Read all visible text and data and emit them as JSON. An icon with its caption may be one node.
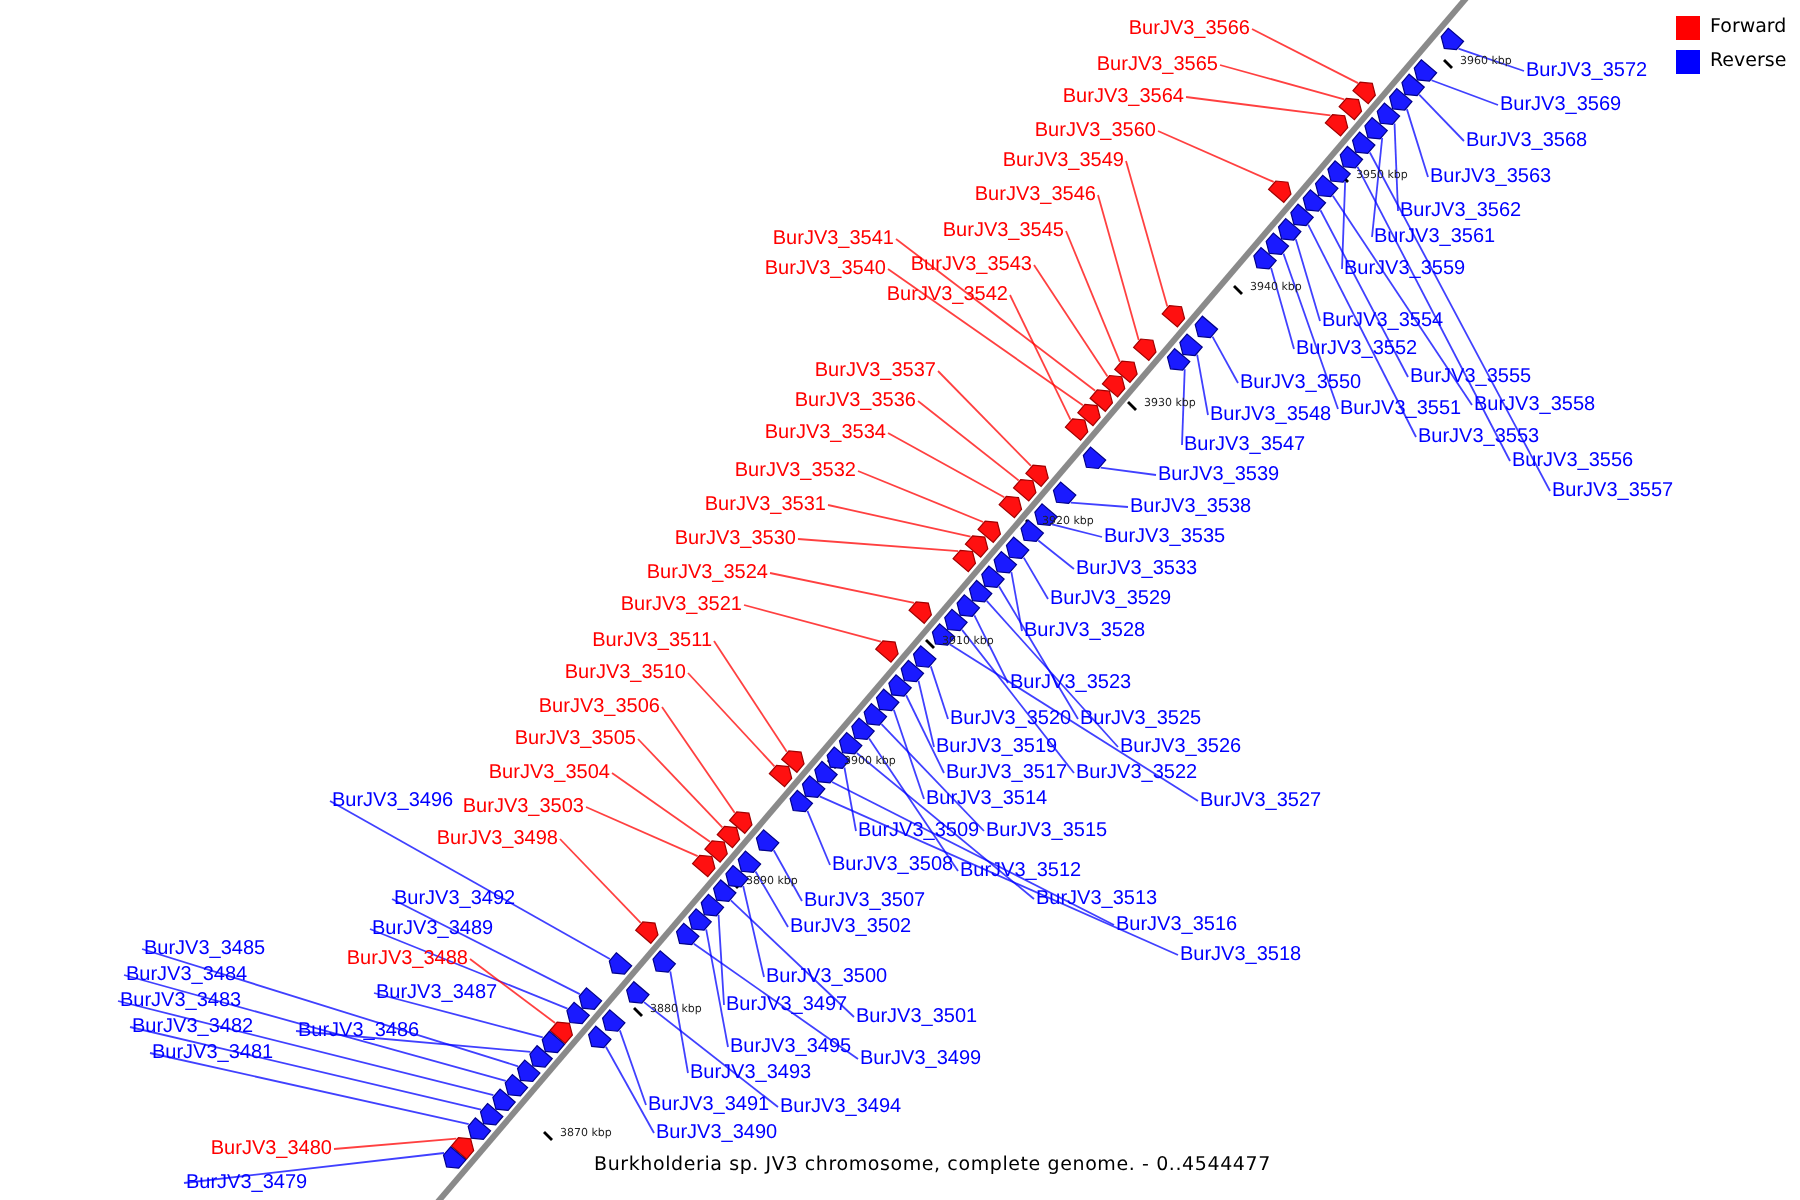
{
  "diagram": {
    "caption": "Burkholderia sp. JV3 chromosome, complete genome. - 0..4544477",
    "nodes": [
      {
        "text": [
          "BurJV3_3566"
        ]
      },
      {
        "text": [
          "BurJV3_3565"
        ]
      },
      {
        "text": [
          "BurJV3_3572"
        ]
      },
      {
        "text": [
          "BurJV3_3564"
        ]
      },
      {
        "text": [
          "BurJV3_3569"
        ]
      },
      {
        "text": [
          "BurJV3_3560"
        ]
      },
      {
        "text": [
          "BurJV3_3568"
        ]
      },
      {
        "text": [
          "BurJV3_3549"
        ]
      },
      {
        "text": [
          "BurJV3_3563"
        ]
      },
      {
        "text": [
          "BurJV3_3546"
        ]
      },
      {
        "text": [
          "BurJV3_3562"
        ]
      },
      {
        "text": [
          "BurJV3_3545"
        ]
      },
      {
        "text": [
          "BurJV3_3561"
        ]
      },
      {
        "text": [
          "BurJV3_3541"
        ]
      },
      {
        "text": [
          "BurJV3_3543"
        ]
      },
      {
        "text": [
          "BurJV3_3540"
        ]
      },
      {
        "text": [
          "BurJV3_3559"
        ]
      },
      {
        "text": [
          "BurJV3_3542"
        ]
      },
      {
        "text": [
          "BurJV3_3554"
        ]
      },
      {
        "text": [
          "BurJV3_3552"
        ]
      },
      {
        "text": [
          "BurJV3_3537"
        ]
      },
      {
        "text": [
          "BurJV3_3555"
        ]
      },
      {
        "text": [
          "BurJV3_3550"
        ]
      },
      {
        "text": [
          "BurJV3_3536"
        ]
      },
      {
        "text": [
          "BurJV3_3558"
        ]
      },
      {
        "text": [
          "BurJV3_3551"
        ]
      },
      {
        "text": [
          "BurJV3_3548"
        ]
      },
      {
        "text": [
          "BurJV3_3534"
        ]
      },
      {
        "text": [
          "BurJV3_3553"
        ]
      },
      {
        "text": [
          "BurJV3_3547"
        ]
      },
      {
        "text": [
          "BurJV3_3556"
        ]
      },
      {
        "text": [
          "BurJV3_3532"
        ]
      },
      {
        "text": [
          "BurJV3_3539"
        ]
      },
      {
        "text": [
          "BurJV3_3557"
        ]
      },
      {
        "text": [
          "BurJV3_3531"
        ]
      },
      {
        "text": [
          "BurJV3_3538"
        ]
      },
      {
        "text": [
          "BurJV3_3535"
        ]
      },
      {
        "text": [
          "BurJV3_3530"
        ]
      },
      {
        "text": [
          "BurJV3_3533"
        ]
      },
      {
        "text": [
          "BurJV3_3524"
        ]
      },
      {
        "text": [
          "BurJV3_3529"
        ]
      },
      {
        "text": [
          "BurJV3_3521"
        ]
      },
      {
        "text": [
          "BurJV3_3528"
        ]
      },
      {
        "text": [
          "BurJV3_3511"
        ]
      },
      {
        "text": [
          "BurJV3_3510"
        ]
      },
      {
        "text": [
          "BurJV3_3523"
        ]
      },
      {
        "text": [
          "BurJV3_3506"
        ]
      },
      {
        "text": [
          "BurJV3_3520"
        ]
      },
      {
        "text": [
          "BurJV3_3525"
        ]
      },
      {
        "text": [
          "BurJV3_3505"
        ]
      },
      {
        "text": [
          "BurJV3_3519"
        ]
      },
      {
        "text": [
          "BurJV3_3526"
        ]
      },
      {
        "text": [
          "BurJV3_3504"
        ]
      },
      {
        "text": [
          "BurJV3_3517"
        ]
      },
      {
        "text": [
          "BurJV3_3522"
        ]
      },
      {
        "text": [
          "BurJV3_3496"
        ]
      },
      {
        "text": [
          "BurJV3_3514"
        ]
      },
      {
        "text": [
          "BurJV3_3527"
        ]
      },
      {
        "text": [
          "BurJV3_3503"
        ]
      },
      {
        "text": [
          "BurJV3_3509"
        ]
      },
      {
        "text": [
          "BurJV3_3515"
        ]
      },
      {
        "text": [
          "BurJV3_3498"
        ]
      },
      {
        "text": [
          "BurJV3_3508"
        ]
      },
      {
        "text": [
          "BurJV3_3512"
        ]
      },
      {
        "text": [
          "BurJV3_3492"
        ]
      },
      {
        "text": [
          "BurJV3_3507"
        ]
      },
      {
        "text": [
          "BurJV3_3513"
        ]
      },
      {
        "text": [
          "BurJV3_3502"
        ]
      },
      {
        "text": [
          "BurJV3_3516"
        ]
      },
      {
        "text": [
          "BurJV3_3489"
        ]
      },
      {
        "text": [
          "BurJV3_3485"
        ]
      },
      {
        "text": [
          "BurJV3_3518"
        ]
      },
      {
        "text": [
          "BurJV3_3488"
        ]
      },
      {
        "text": [
          "BurJV3_3500"
        ]
      },
      {
        "text": [
          "BurJV3_3484"
        ]
      },
      {
        "text": [
          "BurJV3_3487"
        ]
      },
      {
        "text": [
          "BurJV3_3483"
        ]
      },
      {
        "text": [
          "BurJV3_3497"
        ]
      },
      {
        "text": [
          "BurJV3_3501"
        ]
      },
      {
        "text": [
          "BurJV3_3482"
        ]
      },
      {
        "text": [
          "BurJV3_3486"
        ]
      },
      {
        "text": [
          "BurJV3_3495"
        ]
      },
      {
        "text": [
          "BurJV3_3481"
        ]
      },
      {
        "text": [
          "BurJV3_3499"
        ]
      },
      {
        "text": [
          "BurJV3_3493"
        ]
      },
      {
        "text": [
          "BurJV3_3491"
        ]
      },
      {
        "text": [
          "BurJV3_3494"
        ]
      },
      {
        "text": [
          "BurJV3_3490"
        ]
      },
      {
        "text": [
          "BurJV3_3480"
        ]
      },
      {
        "text": [
          "BurJV3_3479"
        ]
      },
      {
        "text": [],
        "shape": "pentagon"
      },
      {
        "text": [],
        "shape": "pentagon"
      },
      {
        "text": [],
        "shape": "pentagon"
      },
      {
        "text": [],
        "shape": "pentagon"
      },
      {
        "text": [],
        "shape": "pentagon"
      },
      {
        "text": [],
        "shape": "pentagon"
      },
      {
        "text": [],
        "shape": "pentagon"
      },
      {
        "text": [],
        "shape": "pentagon"
      },
      {
        "text": [],
        "shape": "pentagon"
      },
      {
        "text": [],
        "shape": "pentagon"
      },
      {
        "text": [],
        "shape": "pentagon"
      },
      {
        "text": [],
        "shape": "pentagon"
      },
      {
        "text": [],
        "shape": "pentagon"
      },
      {
        "text": [],
        "shape": "pentagon"
      },
      {
        "text": [],
        "shape": "pentagon"
      },
      {
        "text": [],
        "shape": "pentagon"
      },
      {
        "text": [],
        "shape": "pentagon"
      },
      {
        "text": [],
        "shape": "pentagon"
      },
      {
        "text": [],
        "shape": "pentagon"
      },
      {
        "text": [],
        "shape": "pentagon"
      },
      {
        "text": [],
        "shape": "pentagon"
      },
      {
        "text": [],
        "shape": "pentagon"
      },
      {
        "text": [],
        "shape": "pentagon"
      },
      {
        "text": [],
        "shape": "pentagon"
      },
      {
        "text": [],
        "shape": "pentagon"
      },
      {
        "text": [],
        "shape": "pentagon"
      },
      {
        "text": [],
        "shape": "pentagon"
      },
      {
        "text": [],
        "shape": "pentagon"
      },
      {
        "text": [],
        "shape": "pentagon"
      },
      {
        "text": [],
        "shape": "pentagon"
      },
      {
        "text": [],
        "shape": "pentagon"
      },
      {
        "text": [],
        "shape": "pentagon"
      },
      {
        "text": [],
        "shape": "pentagon"
      },
      {
        "text": [],
        "shape": "pentagon"
      },
      {
        "text": [],
        "shape": "pentagon"
      },
      {
        "text": [],
        "shape": "pentagon"
      },
      {
        "text": [],
        "shape": "pentagon"
      },
      {
        "text": [],
        "shape": "pentagon"
      },
      {
        "text": [],
        "shape": "pentagon"
      },
      {
        "text": [],
        "shape": "pentagon"
      },
      {
        "text": [],
        "shape": "pentagon"
      },
      {
        "text": [],
        "shape": "pentagon"
      },
      {
        "text": [],
        "shape": "pentagon"
      },
      {
        "text": [],
        "shape": "pentagon"
      },
      {
        "text": [],
        "shape": "pentagon"
      },
      {
        "text": [],
        "shape": "pentagon"
      },
      {
        "text": [],
        "shape": "pentagon"
      },
      {
        "text": [],
        "shape": "pentagon"
      },
      {
        "text": [],
        "shape": "pentagon"
      },
      {
        "text": [],
        "shape": "pentagon"
      },
      {
        "text": [],
        "shape": "pentagon"
      },
      {
        "text": [],
        "shape": "pentagon"
      },
      {
        "text": [],
        "shape": "pentagon"
      },
      {
        "text": [],
        "shape": "pentagon"
      },
      {
        "text": [],
        "shape": "pentagon"
      },
      {
        "text": [],
        "shape": "pentagon"
      },
      {
        "text": [],
        "shape": "pentagon"
      },
      {
        "text": [],
        "shape": "pentagon"
      },
      {
        "text": [],
        "shape": "pentagon"
      },
      {
        "text": [],
        "shape": "pentagon"
      },
      {
        "text": [],
        "shape": "pentagon"
      },
      {
        "text": [],
        "shape": "pentagon"
      },
      {
        "text": [],
        "shape": "pentagon"
      },
      {
        "text": [],
        "shape": "pentagon"
      },
      {
        "text": [],
        "shape": "pentagon"
      },
      {
        "text": [],
        "shape": "pentagon"
      },
      {
        "text": [],
        "shape": "pentagon"
      },
      {
        "text": [],
        "shape": "pentagon"
      },
      {
        "text": [],
        "shape": "pentagon"
      },
      {
        "text": [],
        "shape": "pentagon"
      },
      {
        "text": [],
        "shape": "pentagon"
      },
      {
        "text": [],
        "shape": "pentagon"
      },
      {
        "text": [],
        "shape": "pentagon"
      },
      {
        "text": [],
        "shape": "pentagon"
      },
      {
        "text": [],
        "shape": "pentagon"
      },
      {
        "text": [],
        "shape": "pentagon"
      },
      {
        "text": [],
        "shape": "pentagon"
      },
      {
        "text": [],
        "shape": "pentagon"
      },
      {
        "text": [],
        "shape": "pentagon"
      },
      {
        "text": [],
        "shape": "pentagon"
      },
      {
        "text": [],
        "shape": "pentagon"
      },
      {
        "text": [],
        "shape": "pentagon"
      },
      {
        "text": [],
        "shape": "pentagon"
      },
      {
        "text": [],
        "shape": "pentagon"
      },
      {
        "text": [],
        "shape": "pentagon"
      },
      {
        "text": [],
        "shape": "pentagon"
      },
      {
        "text": [],
        "shape": "pentagon"
      },
      {
        "text": [],
        "shape": "pentagon"
      },
      {
        "text": [],
        "shape": "pentagon"
      },
      {
        "text": [],
        "shape": "pentagon"
      }
    ],
    "edges": [
      {
        "from": 0,
        "to": 90,
        "arrow": "none",
        "color": "#ff0000"
      },
      {
        "from": 1,
        "to": 91,
        "arrow": "none",
        "color": "#ff0000"
      },
      {
        "from": 2,
        "to": 92,
        "arrow": "none"
      },
      {
        "from": 3,
        "to": 93,
        "arrow": "none",
        "color": "#ff0000"
      },
      {
        "from": 4,
        "to": 94,
        "arrow": "none"
      },
      {
        "from": 5,
        "to": 95,
        "arrow": "none",
        "color": "#ff0000"
      },
      {
        "from": 6,
        "to": 96,
        "arrow": "none"
      },
      {
        "from": 7,
        "to": 97,
        "arrow": "none",
        "color": "#ff0000"
      },
      {
        "from": 8,
        "to": 98,
        "arrow": "none"
      },
      {
        "from": 9,
        "to": 99,
        "arrow": "none",
        "color": "#ff0000"
      },
      {
        "from": 10,
        "to": 100,
        "arrow": "none"
      },
      {
        "from": 11,
        "to": 101,
        "arrow": "none",
        "color": "#ff0000"
      },
      {
        "from": 12,
        "to": 102,
        "arrow": "none"
      },
      {
        "from": 13,
        "to": 103,
        "arrow": "none",
        "color": "#ff0000"
      },
      {
        "from": 14,
        "to": 104,
        "arrow": "none",
        "color": "#ff0000"
      },
      {
        "from": 15,
        "to": 105,
        "arrow": "none",
        "color": "#ff0000"
      },
      {
        "from": 16,
        "to": 106,
        "arrow": "none"
      },
      {
        "from": 17,
        "to": 107,
        "arrow": "none",
        "color": "#ff0000"
      },
      {
        "from": 18,
        "to": 108,
        "arrow": "none"
      },
      {
        "from": 19,
        "to": 109,
        "arrow": "none"
      },
      {
        "from": 20,
        "to": 110,
        "arrow": "none",
        "color": "#ff0000"
      },
      {
        "from": 21,
        "to": 111,
        "arrow": "none"
      },
      {
        "from": 22,
        "to": 112,
        "arrow": "none"
      },
      {
        "from": 23,
        "to": 113,
        "arrow": "none",
        "color": "#ff0000"
      },
      {
        "from": 24,
        "to": 114,
        "arrow": "none"
      },
      {
        "from": 25,
        "to": 115,
        "arrow": "none"
      },
      {
        "from": 26,
        "to": 116,
        "arrow": "none"
      },
      {
        "from": 27,
        "to": 117,
        "arrow": "none",
        "color": "#ff0000"
      },
      {
        "from": 28,
        "to": 118,
        "arrow": "none"
      },
      {
        "from": 29,
        "to": 119,
        "arrow": "none"
      },
      {
        "from": 30,
        "to": 120,
        "arrow": "none"
      },
      {
        "from": 31,
        "to": 121,
        "arrow": "none",
        "color": "#ff0000"
      },
      {
        "from": 32,
        "to": 122,
        "arrow": "none"
      },
      {
        "from": 33,
        "to": 123,
        "arrow": "none"
      },
      {
        "from": 34,
        "to": 124,
        "arrow": "none",
        "color": "#ff0000"
      },
      {
        "from": 35,
        "to": 125,
        "arrow": "none"
      },
      {
        "from": 36,
        "to": 126,
        "arrow": "none"
      },
      {
        "from": 37,
        "to": 127,
        "arrow": "none",
        "color": "#ff0000"
      },
      {
        "from": 38,
        "to": 128,
        "arrow": "none"
      },
      {
        "from": 39,
        "to": 129,
        "arrow": "none",
        "color": "#ff0000"
      },
      {
        "from": 40,
        "to": 130,
        "arrow": "none"
      },
      {
        "from": 41,
        "to": 131,
        "arrow": "none",
        "color": "#ff0000"
      },
      {
        "from": 42,
        "to": 132,
        "arrow": "none"
      },
      {
        "from": 43,
        "to": 133,
        "arrow": "none",
        "color": "#ff0000"
      },
      {
        "from": 44,
        "to": 134,
        "arrow": "none",
        "color": "#ff0000"
      },
      {
        "from": 45,
        "to": 135,
        "arrow": "none"
      },
      {
        "from": 46,
        "to": 136,
        "arrow": "none",
        "color": "#ff0000"
      },
      {
        "from": 47,
        "to": 137,
        "arrow": "none"
      },
      {
        "from": 48,
        "to": 138,
        "arrow": "none"
      },
      {
        "from": 49,
        "to": 139,
        "arrow": "none",
        "color": "#ff0000"
      },
      {
        "from": 50,
        "to": 140,
        "arrow": "none"
      },
      {
        "from": 51,
        "to": 141,
        "arrow": "none"
      },
      {
        "from": 52,
        "to": 142,
        "arrow": "none",
        "color": "#ff0000"
      },
      {
        "from": 53,
        "to": 143,
        "arrow": "none"
      },
      {
        "from": 54,
        "to": 144,
        "arrow": "none"
      },
      {
        "from": 55,
        "to": 145,
        "arrow": "none"
      },
      {
        "from": 56,
        "to": 146,
        "arrow": "none"
      },
      {
        "from": 57,
        "to": 147,
        "arrow": "none"
      },
      {
        "from": 58,
        "to": 148,
        "arrow": "none",
        "color": "#ff0000"
      },
      {
        "from": 59,
        "to": 149,
        "arrow": "none"
      },
      {
        "from": 60,
        "to": 150,
        "arrow": "none"
      },
      {
        "from": 61,
        "to": 151,
        "arrow": "none",
        "color": "#ff0000"
      },
      {
        "from": 62,
        "to": 152,
        "arrow": "none"
      },
      {
        "from": 63,
        "to": 153,
        "arrow": "none"
      },
      {
        "from": 64,
        "to": 154,
        "arrow": "none"
      },
      {
        "from": 65,
        "to": 155,
        "arrow": "none"
      },
      {
        "from": 66,
        "to": 156,
        "arrow": "none"
      },
      {
        "from": 67,
        "to": 157,
        "arrow": "none"
      },
      {
        "from": 68,
        "to": 158,
        "arrow": "none"
      },
      {
        "from": 69,
        "to": 159,
        "arrow": "none"
      },
      {
        "from": 70,
        "to": 160,
        "arrow": "none"
      },
      {
        "from": 71,
        "to": 161,
        "arrow": "none"
      },
      {
        "from": 72,
        "to": 162,
        "arrow": "none",
        "color": "#ff0000"
      },
      {
        "from": 73,
        "to": 163,
        "arrow": "none"
      },
      {
        "from": 74,
        "to": 164,
        "arrow": "none"
      },
      {
        "from": 75,
        "to": 165,
        "arrow": "none"
      },
      {
        "from": 76,
        "to": 166,
        "arrow": "none"
      },
      {
        "from": 77,
        "to": 167,
        "arrow": "none"
      },
      {
        "from": 78,
        "to": 168,
        "arrow": "none"
      },
      {
        "from": 79,
        "to": 169,
        "arrow": "none"
      },
      {
        "from": 80,
        "to": 170,
        "arrow": "none"
      },
      {
        "from": 81,
        "to": 171,
        "arrow": "none"
      },
      {
        "from": 82,
        "to": 172,
        "arrow": "none"
      },
      {
        "from": 83,
        "to": 173,
        "arrow": "none"
      },
      {
        "from": 84,
        "to": 174,
        "arrow": "none"
      },
      {
        "from": 85,
        "to": 175,
        "arrow": "none"
      },
      {
        "from": 86,
        "to": 176,
        "arrow": "none"
      },
      {
        "from": 87,
        "to": 177,
        "arrow": "none"
      },
      {
        "from": 88,
        "to": 178,
        "arrow": "none",
        "color": "#ff0000"
      },
      {
        "from": 89,
        "to": 179,
        "arrow": "none"
      }
    ],
    "labels": [
      "3960 kbp",
      "3950 kbp",
      "3940 kbp",
      "3930 kbp",
      "3920 kbp",
      "3910 kbp",
      "3900 kbp",
      "3890 kbp",
      "3880 kbp",
      "3870 kbp"
    ],
    "legend": [
      {
        "text": "Forward",
        "color": "#ff0000"
      },
      {
        "text": "Reverse",
        "color": "#0000ff"
      }
    ]
  }
}
